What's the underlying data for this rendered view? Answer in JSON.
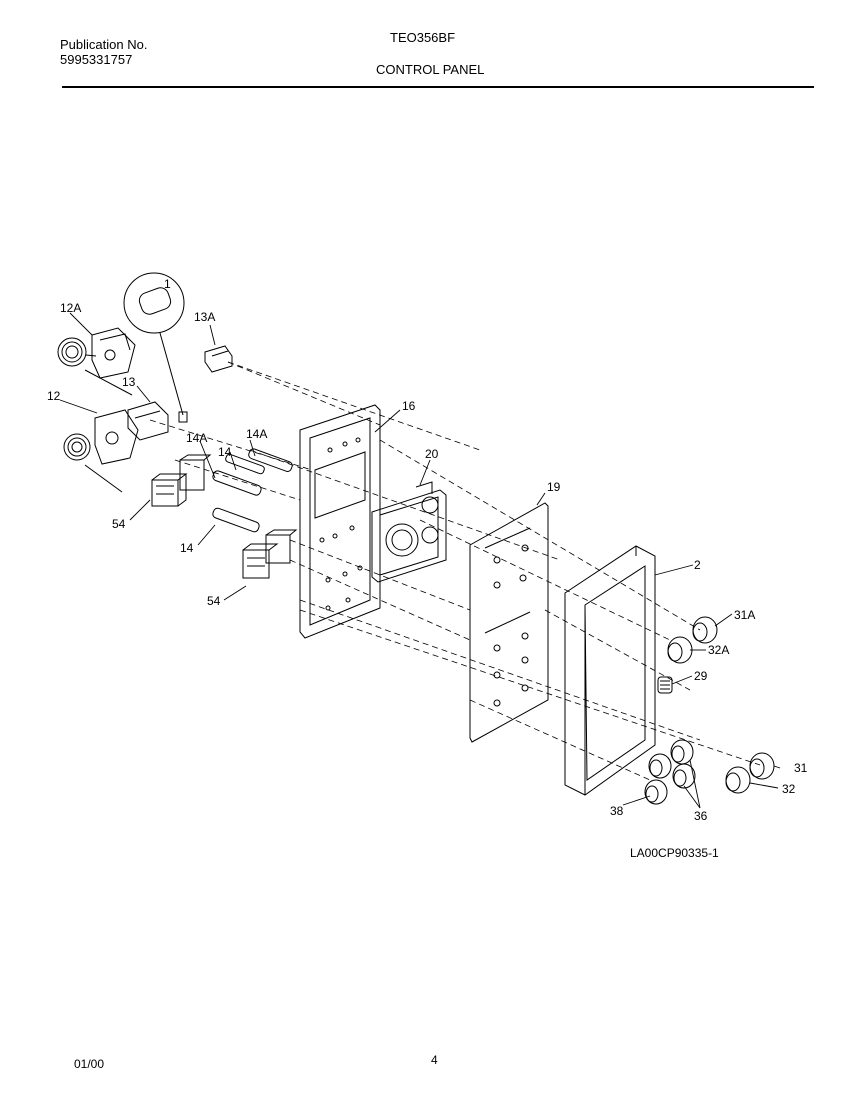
{
  "header": {
    "publication_label": "Publication No.",
    "publication_number": "5995331757",
    "model": "TEO356BF",
    "section_title": "CONTROL PANEL"
  },
  "callouts": {
    "c1": "1",
    "c2": "2",
    "c12": "12",
    "c12a": "12A",
    "c13": "13",
    "c13a": "13A",
    "c14a_1": "14A",
    "c14a_2": "14A",
    "c14_1": "14",
    "c14_2": "14",
    "c16": "16",
    "c19": "19",
    "c20": "20",
    "c29": "29",
    "c31": "31",
    "c31a": "31A",
    "c32": "32",
    "c32a": "32A",
    "c36": "36",
    "c38": "38",
    "c54_1": "54",
    "c54_2": "54"
  },
  "footer": {
    "figure_id": "LA00CP90335-1",
    "date": "01/00",
    "page": "4"
  }
}
